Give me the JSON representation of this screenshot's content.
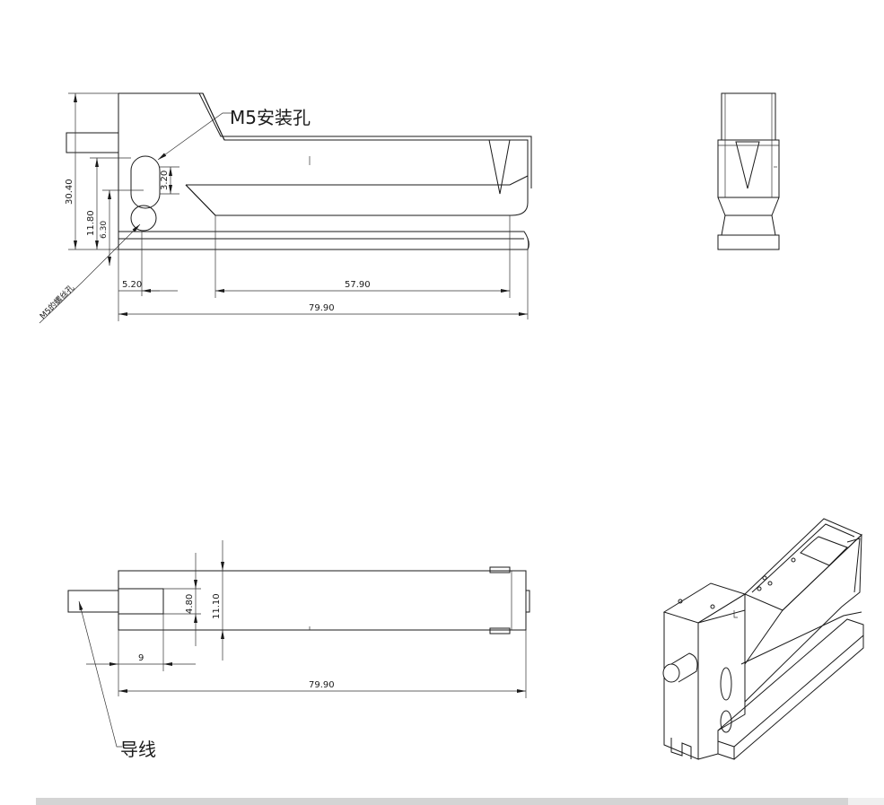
{
  "labels": {
    "mount_hole": "M5安装孔",
    "threaded_hole": "M5的螺丝孔",
    "lead_wire": "导线"
  },
  "dimensions": {
    "front_height": "30.40",
    "front_hole_offset": "11.80",
    "front_hole_center": "6.30",
    "front_slot": "3.20",
    "front_left_width": "5.20",
    "front_slot_length": "57.90",
    "front_total_length": "79.90",
    "bottom_wire_len": "9",
    "bottom_total_length": "79.90",
    "bottom_wire_dia": "4.80",
    "bottom_height": "11.10"
  }
}
